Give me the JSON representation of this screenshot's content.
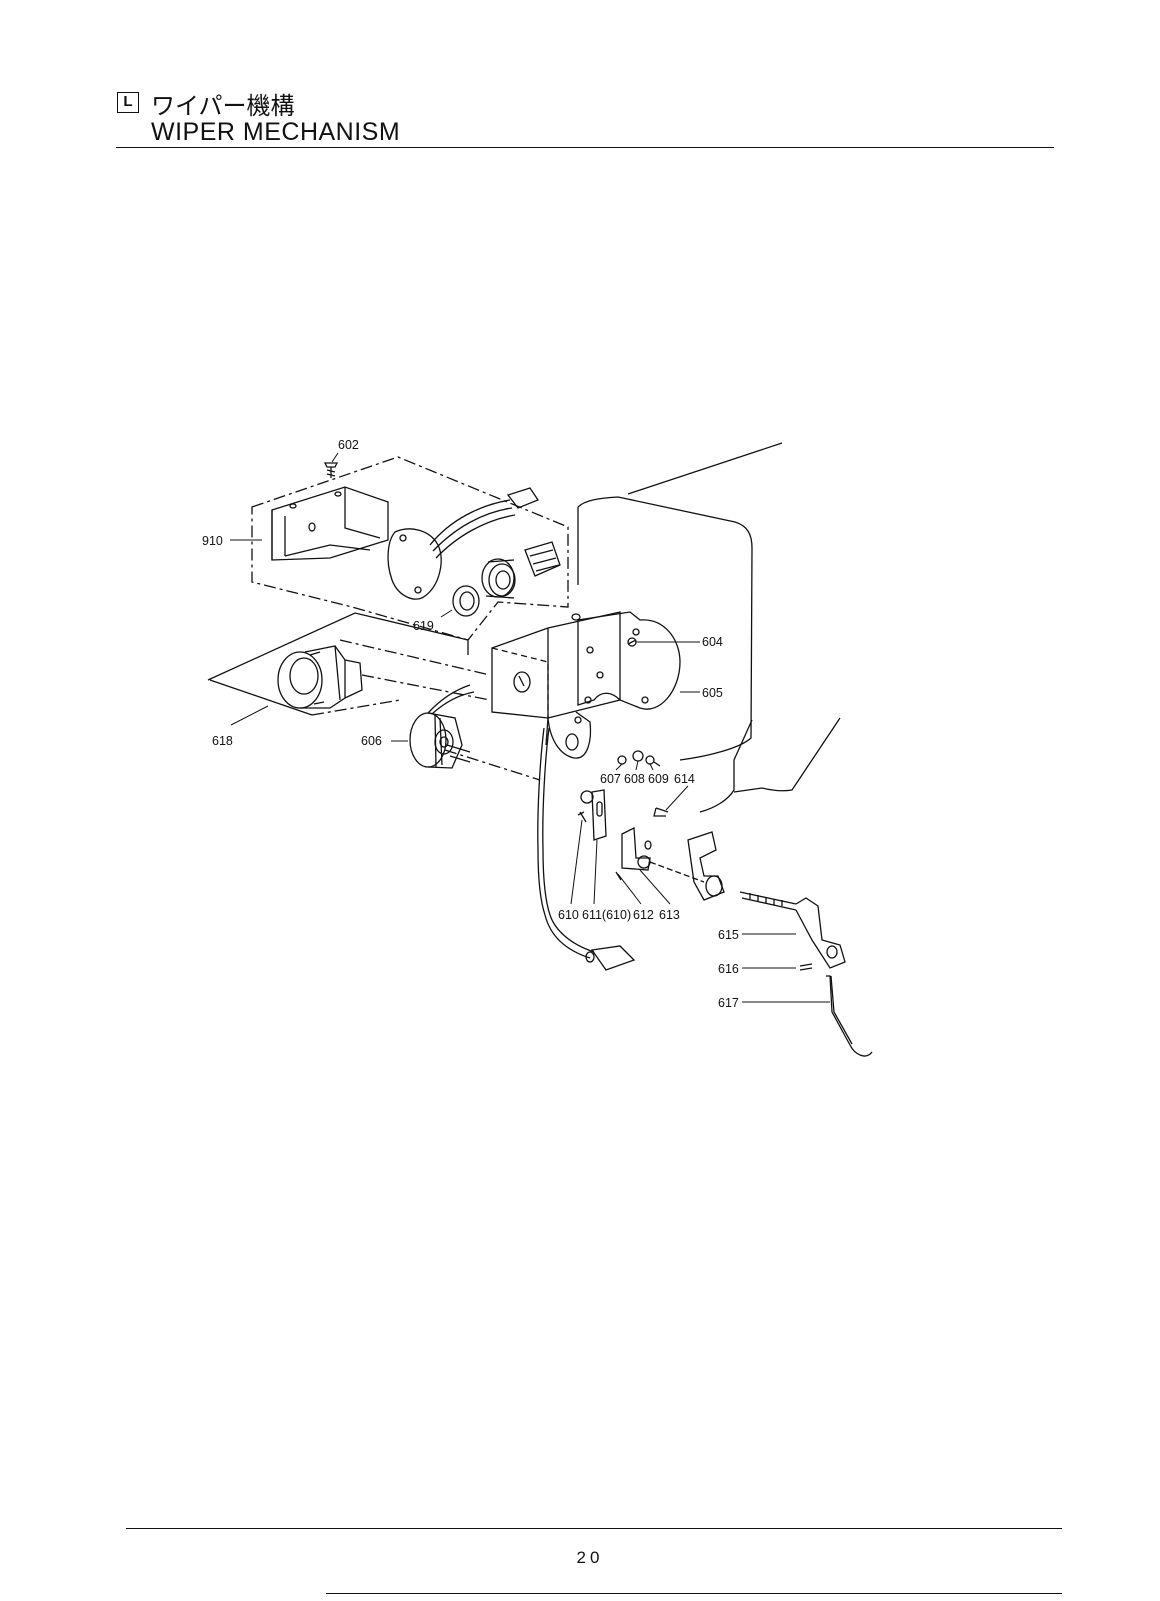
{
  "header": {
    "section_letter": "L",
    "title_jp": "ワイパー機構",
    "title_en": "WIPER MECHANISM"
  },
  "parts": {
    "p602": "602",
    "p910": "910",
    "p619": "619",
    "p618": "618",
    "p606": "606",
    "p604": "604",
    "p605": "605",
    "p607": "607",
    "p608": "608",
    "p609": "609",
    "p614": "614",
    "p610": "610",
    "p611": "611(610)",
    "p612": "612",
    "p613": "613",
    "p615": "615",
    "p616": "616",
    "p617": "617"
  },
  "footer": {
    "page_number": "20"
  }
}
